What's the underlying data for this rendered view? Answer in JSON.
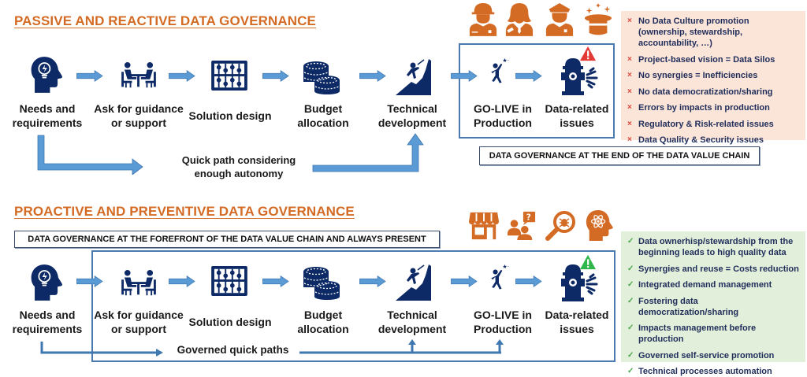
{
  "colors": {
    "accent_orange": "#d46b24",
    "icon_navy": "#0d2a66",
    "arrow_blue": "#4f8fcb",
    "box_border": "#4a7bb0",
    "bad_panel_bg": "#fbe4d8",
    "good_panel_bg": "#e2efda",
    "warning_red": "#e53935",
    "warning_green": "#2eb84b"
  },
  "passive": {
    "title": "PASSIVE AND REACTIVE DATA GOVERNANCE",
    "steps": [
      {
        "icon": "head-lightbulb-icon",
        "label_line1": "Needs and",
        "label_line2": "requirements"
      },
      {
        "icon": "meeting-table-icon",
        "label_line1": "Ask for guidance",
        "label_line2": "or support"
      },
      {
        "icon": "abacus-icon",
        "label_line1": "Solution design",
        "label_line2": ""
      },
      {
        "icon": "coins-icon",
        "label_line1": "Budget",
        "label_line2": "allocation"
      },
      {
        "icon": "climber-icon",
        "label_line1": "Technical",
        "label_line2": "development"
      },
      {
        "icon": "jumping-person-icon",
        "label_line1": "GO-LIVE in",
        "label_line2": "Production"
      },
      {
        "icon": "hydrant-icon",
        "label_line1": "Data-related",
        "label_line2": "issues"
      }
    ],
    "quick_path_line1": "Quick path considering",
    "quick_path_line2": "enough autonomy",
    "caption": "DATA GOVERNANCE AT THE END OF THE DATA VALUE CHAIN",
    "role_icons": [
      "firefighter-icon",
      "judge-icon",
      "police-officer-icon",
      "magic-hat-icon"
    ],
    "warning_icon": "warning-red-icon",
    "issues_mark": "×",
    "issues": [
      "No Data Culture promotion (ownership, stewardship, accountability, …)",
      "Project-based vision = Data Silos",
      "No synergies = Inefficiencies",
      "No data democratization/sharing",
      "Errors by impacts in production",
      "Regulatory & Risk-related issues",
      "Data Quality & Security issues"
    ]
  },
  "proactive": {
    "title": "PROACTIVE AND PREVENTIVE DATA GOVERNANCE",
    "caption": "DATA GOVERNANCE AT THE FOREFRONT OF THE DATA VALUE CHAIN AND ALWAYS PRESENT",
    "steps": [
      {
        "icon": "head-lightbulb-icon",
        "label_line1": "Needs and",
        "label_line2": "requirements"
      },
      {
        "icon": "meeting-table-icon",
        "label_line1": "Ask for guidance",
        "label_line2": "or support"
      },
      {
        "icon": "abacus-icon",
        "label_line1": "Solution design",
        "label_line2": ""
      },
      {
        "icon": "coins-icon",
        "label_line1": "Budget",
        "label_line2": "allocation"
      },
      {
        "icon": "climber-icon",
        "label_line1": "Technical",
        "label_line2": "development"
      },
      {
        "icon": "jumping-person-icon",
        "label_line1": "GO-LIVE in",
        "label_line2": "Production"
      },
      {
        "icon": "hydrant-icon",
        "label_line1": "Data-related",
        "label_line2": "issues"
      }
    ],
    "quick_paths": "Governed quick paths",
    "role_icons": [
      "store-icon",
      "people-question-icon",
      "bug-magnifier-icon",
      "head-atom-icon"
    ],
    "warning_icon": "warning-green-icon",
    "benefits_mark": "✓",
    "benefits": [
      "Data ownerhisp/stewardship from the beginning leads to high quality data",
      "Synergies and reuse = Costs reduction",
      "Integrated demand management",
      "Fostering data democratization/sharing",
      "Impacts management before production",
      "Governed self-service promotion",
      "Technical processes automation"
    ]
  }
}
